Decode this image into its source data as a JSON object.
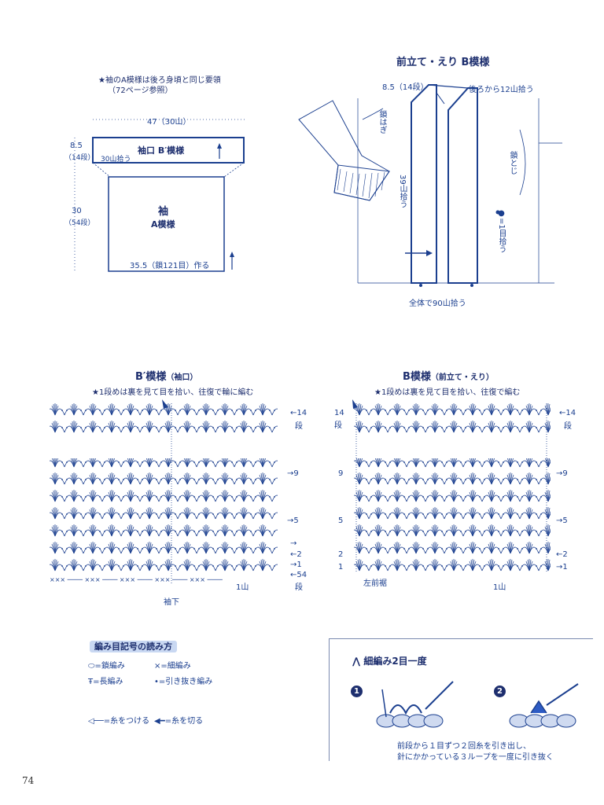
{
  "sleeve": {
    "note_line1": "★袖のA模様は後ろ身頃と同じ要領",
    "note_line2": "（72ページ参照）",
    "width_top": "47（30山）",
    "cuff_height": "8.5",
    "cuff_rows": "（14段）",
    "cuff_label": "袖口 B′模様",
    "cuff_pickup": "30山拾う",
    "body_height": "30",
    "body_rows": "（54段）",
    "body_label": "袖",
    "body_pattern": "A模様",
    "bottom_width": "35.5（鎖121目）作る"
  },
  "front": {
    "title": "前立て・えり B模様",
    "height_label": "8.5（14段）",
    "back_pickup": "後ろから12山拾う",
    "chain_join": "鎖はぎ",
    "pickup_39": "39山拾う",
    "chain_close": "鎖とじ",
    "pickup_1": "●=1目拾う",
    "total_pickup": "全体で90山拾う"
  },
  "chart_b_prime": {
    "title": "B′模様",
    "title_sub": "（袖口）",
    "note": "★1段めは裏を見て目を拾い、往復で輪に編む",
    "row14": "←14",
    "row14b": "段",
    "row9": "→9",
    "row5": "→5",
    "row_arrow": "→",
    "row2": "←2",
    "row1": "→1",
    "row54": "←54",
    "row54b": "段",
    "one_peak": "1山",
    "sleeve_under": "袖下"
  },
  "chart_b": {
    "title": "B模様",
    "title_sub": "（前立て・えり）",
    "note": "★1段めは裏を見て目を拾い、往復で編む",
    "left14": "14",
    "left14b": "段",
    "row14": "←14",
    "row14b": "段",
    "left9": "9",
    "row9": "→9",
    "left5": "5",
    "row5": "→5",
    "left2": "2",
    "row2": "←2",
    "left1": "1",
    "row1": "→1",
    "left_front": "左前裾",
    "one_peak": "1山"
  },
  "legend": {
    "title": "編み目記号の読み方",
    "chain": "=鎖編み",
    "sc": "×=細編み",
    "dc": "=長編み",
    "slip": "=引き抜き編み",
    "attach": "=糸をつける",
    "cut": "=糸を切る"
  },
  "technique": {
    "title": "細編み2目一度",
    "step1": "1",
    "step2": "2",
    "desc1": "前段から１目ずつ２回糸を引き出し、",
    "desc2": "針にかかっている３ループを一度に引き抜く"
  },
  "page_number": "74"
}
